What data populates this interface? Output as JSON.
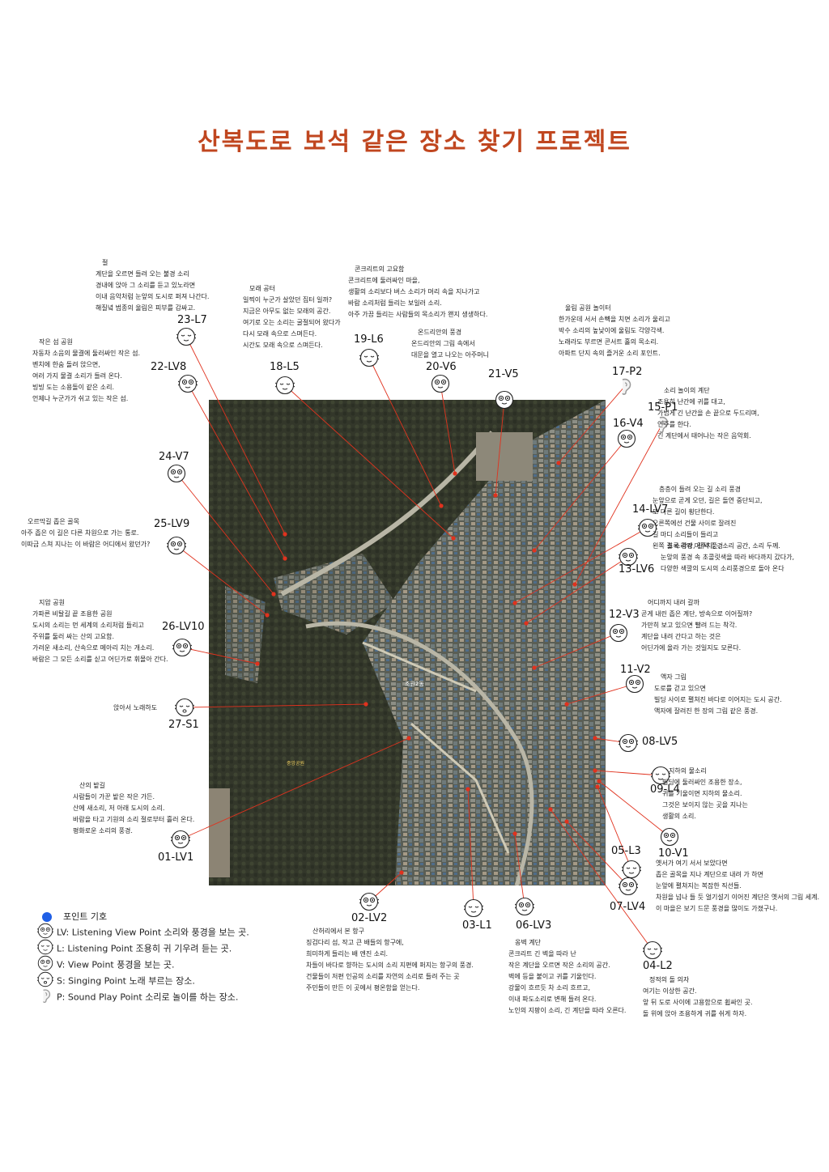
{
  "title": "산복도로 보석 같은 장소 찾기 프로젝트",
  "map_labels": {
    "jochang": "조원2동",
    "park": "중앙공원"
  },
  "points": [
    {
      "id": "23-L7",
      "type": "L"
    },
    {
      "id": "22-LV8",
      "type": "LV"
    },
    {
      "id": "18-L5",
      "type": "L"
    },
    {
      "id": "19-L6",
      "type": "L"
    },
    {
      "id": "20-V6",
      "type": "V"
    },
    {
      "id": "21-V5",
      "type": "V"
    },
    {
      "id": "17-P2",
      "type": "P"
    },
    {
      "id": "15-P1",
      "type": "P"
    },
    {
      "id": "16-V4",
      "type": "V"
    },
    {
      "id": "24-V7",
      "type": "V"
    },
    {
      "id": "25-LV9",
      "type": "LV"
    },
    {
      "id": "14-LV7",
      "type": "LV"
    },
    {
      "id": "13-LV6",
      "type": "LV"
    },
    {
      "id": "12-V3",
      "type": "V"
    },
    {
      "id": "26-LV10",
      "type": "LV"
    },
    {
      "id": "11-V2",
      "type": "V"
    },
    {
      "id": "27-S1",
      "type": "S"
    },
    {
      "id": "08-LV5",
      "type": "LV"
    },
    {
      "id": "09-L4",
      "type": "L"
    },
    {
      "id": "01-LV1",
      "type": "LV"
    },
    {
      "id": "05-L3",
      "type": "L"
    },
    {
      "id": "10-V1",
      "type": "V"
    },
    {
      "id": "07-LV4",
      "type": "LV"
    },
    {
      "id": "02-LV2",
      "type": "LV"
    },
    {
      "id": "03-L1",
      "type": "L"
    },
    {
      "id": "06-LV3",
      "type": "LV"
    },
    {
      "id": "04-L2",
      "type": "L"
    }
  ],
  "descriptions": {
    "temple": {
      "title": "절",
      "lines": [
        "계단을 오르면 들려 오는 불경 소리",
        "경내에 앉아 그 소리를 듣고 있노라면",
        "이내 음악처럼 눈앞의 도시로 퍼져 나간다.",
        "해질녘 범종의 울림은 피부를 감싸고."
      ]
    },
    "sand": {
      "title": "모래 공터",
      "lines": [
        "일찍이 누군가 살았던 집터 일까?",
        "지금은 아무도 없는 모래의 공간.",
        "여기로 오는 소리는 굴절되어 왔다가",
        "다시 모래 속으로 스며든다.",
        "시간도 모래 속으로 스며든다."
      ]
    },
    "concrete": {
      "title": "콘크리트의 고요함",
      "lines": [
        "콘크리트에 둘러싸인 마을,",
        "생활의 소리보다 버스 소리가 머리 속을 지나가고",
        "바람 소리처럼 들리는 보일러 소리.",
        "아주 가끔 들리는 사람들의 목소리가 왠지 생생하다."
      ]
    },
    "ondol": {
      "title": "온드리안의 풍경",
      "lines": [
        "온드리안의 그림 속에서",
        "대문을 열고 나오는 아주머니"
      ]
    },
    "echo": {
      "title": "울림 공원 놀이터",
      "lines": [
        "한가운데 서서 손뼉을 치면 소리가 울리고",
        "박수 소리의 높낮이에 울림도 각양각색.",
        "노래라도 부르면 콘서트 홀의 목소리.",
        "아파트 단지 속의 즐거운 소리 포인트."
      ]
    },
    "islet": {
      "title": "작은 섬 공원",
      "lines": [
        "자동차 소음의 물결에 둘러싸인 작은 섬.",
        "벤치에 한숨 돌려 앉으면,",
        "여러 가지 물결 소리가 들려 온다.",
        "빙빙 도는 소용돌이 같은 소리.",
        "언제나 누군가가 쉬고 있는 작은 섬."
      ]
    },
    "play": {
      "title": "소리 놀이의 계단",
      "lines": [
        "조용히 난간에 귀를 대고,",
        "가볍게 긴 난간을 손 끝으로 두드리며,",
        "연주를 한다.",
        "긴 계단에서 태어나는 작은 음악회."
      ]
    },
    "stairs": {
      "title": "층층이 들려 오는 길 소리 풍경",
      "lines": [
        "눈앞으로 곧게 오던, 길은 돌연 중단되고,",
        "또 다른 길이 횡단한다.",
        "오른쪽에선 건물 사이로 잘려진",
        "길 마디 소리들이 들리고",
        "왼쪽 길 소리와 마주치는, 소리 공간, 소리 두께."
      ]
    },
    "alley": {
      "title": "오르막길 좁은 골목",
      "lines": [
        "아주 좁은 이 길은 다른 차원으로 가는 통로.",
        "이따금 스쳐 지나는 이 바람은 어디에서 왔던가?"
      ]
    },
    "green": {
      "title": "초록 광장, 갈색 풍경",
      "lines": [
        "눈앞의 풍경 속 초콜릿색을 따라 바다까지 갔다가,",
        "다양한 색깔의 도시의 소리풍경으로 돌아 온다"
      ]
    },
    "road": {
      "title": "어디까지 내려 갈까",
      "lines": [
        "곧게 내린 좁은 계단, 방속으로 이어질까?",
        "가만히 보고 있으면 빨려 드는 착각.",
        "계단을 내려 간다고 하는 것은",
        "어딘가에 올라 가는 것일지도 모른다."
      ]
    },
    "jigap": {
      "title": "지압 공원",
      "lines": [
        "가파른 비탈길 끝 조용한 공원",
        "도시의 소리는 먼 세계의 소리처럼 들리고",
        "주위를 둘러 싸는 산의 고요함.",
        "가려운 새소리, 산속으로 메아리 치는 개소리.",
        "바람은 그 모든 소리를 싣고 어딘가로 휘몰아 간다."
      ]
    },
    "picture": {
      "title": "액자 그림",
      "lines": [
        "도로를 걷고 있으면",
        "빌딩 사이로 펼쳐진 바다로 이어지는 도시 공간.",
        "액자에 잘려진 한 장의 그림 같은 풍경."
      ]
    },
    "sing": {
      "title": "",
      "lines": [
        "앉아서 노래하도"
      ]
    },
    "water": {
      "title": "지하의 물소리",
      "lines": [
        "빌딩에 둘러싸인 조용한 장소,",
        "귀를 기울이면 지하의 물소리.",
        "그것은 보이지 않는 곳을 지나는",
        "생활의 소리."
      ]
    },
    "field": {
      "title": "산의 밭길",
      "lines": [
        "사람들이 가꾼 밭은 작은 가든.",
        "산에 새소리, 저 아래 도시의 소리.",
        "바람을 타고 기원의 소리 절로부터 흘러 온다.",
        "평화로운 소리의 풍경."
      ]
    },
    "past": {
      "title": "",
      "lines": [
        "옛서가 여기 서서 보았다면",
        "좁은 골목을 지나 계단으로 내려 가 하면",
        "눈앞에 펼쳐지는 복잡한 직선들.",
        "차원을 넘나 들 듯 얼기설기 이어진 계단은 옛서의 그림 세계.",
        "이 마을은 보기 드문 풍경을 많이도 가졌구나."
      ]
    },
    "harbor": {
      "title": "산허리에서 본 항구",
      "lines": [
        "징검다리 섬, 작고 큰 배들의 항구에,",
        "희미하게 들리는 배 엔진 소리.",
        "차들이 바다로 향하는 도시의 소리 지편에 퍼지는 항구의 풍경.",
        "건물들이 저편 인공의 소리를 자연의 소리로 들려 주는 곳",
        "주민들이 만든 이 곳에서 평온함을 얻는다."
      ]
    },
    "wall": {
      "title": "옹벽 계단",
      "lines": [
        "콘크리트 긴 벽을 따라 난",
        "작은 계단을 오르면 작은 소리의 공간.",
        "벽에 등을 붙이고 귀를 기울인다.",
        "강물이 흐르듯 차 소리 흐르고,",
        "이내 파도소리로 변해 들려 온다.",
        "노인의 지팡이 소리, 긴 계단을 따라 오른다."
      ]
    },
    "rock": {
      "title": "정적의 돌 의자",
      "lines": [
        "여기는 이상한 공간.",
        "앞 뒤 도로 사이에 고용함으로 휩싸인 곳.",
        "돌 위에 앉아 조용하게 귀를 쉬게 하자."
      ]
    }
  },
  "legend": {
    "title": "포인트 기호",
    "items": [
      {
        "type": "LV",
        "text": "LV: Listening View Point 소리와 풍경을 보는 곳."
      },
      {
        "type": "L",
        "text": "L: Listening Point 조용히 귀 기우려 듣는 곳."
      },
      {
        "type": "V",
        "text": "V: View Point 풍경을 보는 곳."
      },
      {
        "type": "S",
        "text": "S: Singing Point  노래 부르는 장소."
      },
      {
        "type": "P",
        "text": "P: Sound Play Point 소리로 놀이를 하는 장소."
      }
    ]
  },
  "colors": {
    "title": "#c0461f",
    "line": "#e0321e",
    "marker": "#e0321e",
    "legend_dot": "#1f5fe6"
  }
}
